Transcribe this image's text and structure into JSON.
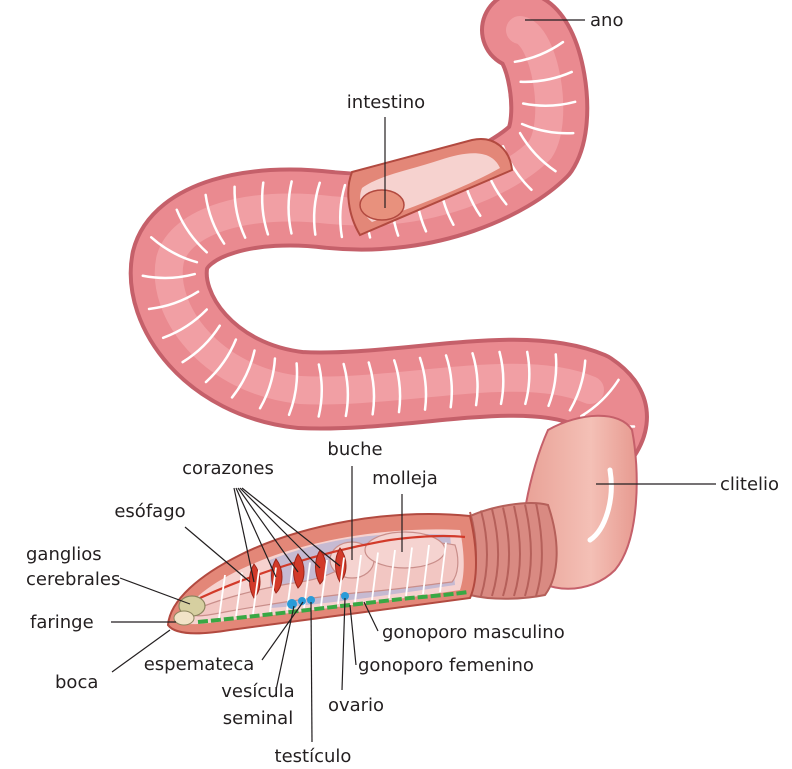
{
  "colors": {
    "body": "#ea8a90",
    "body_dark": "#c5606a",
    "segment_line": "#ffffff",
    "clitellum": "#f0b0a6",
    "clitellum_dark": "#d98a82",
    "cut_wall": "#e38778",
    "cut_inner": "#f6d2cf",
    "gut": "#f2c6c2",
    "vessel": "#d23a2a",
    "nerve": "#39a844",
    "organ_blue": "#9fa5d6",
    "seminal": "#2a9bd8",
    "text": "#231f20"
  },
  "labels": {
    "ano": "ano",
    "intestino": "intestino",
    "clitelio": "clitelio",
    "buche": "buche",
    "molleja": "molleja",
    "corazones": "corazones",
    "esofago": "esófago",
    "ganglios_l1": "ganglios",
    "ganglios_l2": "cerebrales",
    "faringe": "faringe",
    "boca": "boca",
    "espermateca": "espemateca",
    "vesicula_l1": "vesícula",
    "vesicula_l2": "seminal",
    "testiculo": "testículo",
    "ovario": "ovario",
    "gonoporo_femenino": "gonoporo femenino",
    "gonoporo_masculino": "gonoporo masculino"
  }
}
